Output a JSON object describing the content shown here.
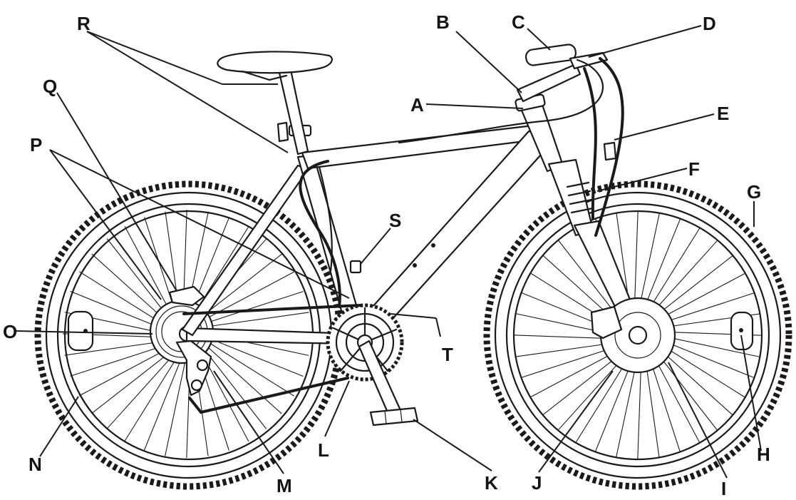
{
  "colors": {
    "ink": "#1a1a1a",
    "background": "#ffffff"
  },
  "labels": {
    "A": "A",
    "B": "B",
    "C": "C",
    "D": "D",
    "E": "E",
    "F": "F",
    "G": "G",
    "H": "H",
    "I": "I",
    "J": "J",
    "K": "K",
    "L": "L",
    "M": "M",
    "N": "N",
    "O": "O",
    "P": "P",
    "Q": "Q",
    "R": "R",
    "S": "S",
    "T": "T"
  }
}
